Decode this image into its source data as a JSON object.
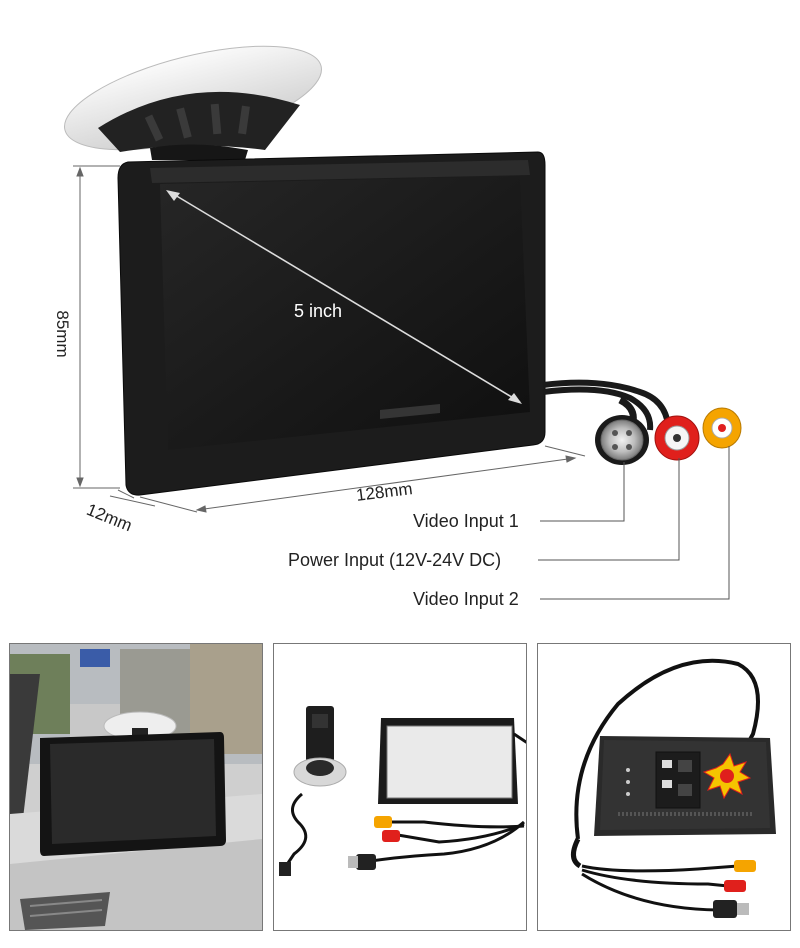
{
  "dimensions": {
    "diagonal": "5 inch",
    "height": "85mm",
    "width": "128mm",
    "depth": "12mm"
  },
  "connectors": [
    {
      "label": "Video Input 1"
    },
    {
      "label": "Power Input (12V-24V DC)"
    },
    {
      "label": "Video Input 2"
    }
  ],
  "colors": {
    "video_input_2_plug": "#f5a400",
    "power_plug": "#e0201c",
    "monitor_body": "#1c1c1c",
    "suction_cup": "#e8e8e8"
  },
  "photos": [
    {
      "name": "in-car-mounted-photo"
    },
    {
      "name": "package-contents-photo"
    },
    {
      "name": "rear-view-with-cable-photo"
    }
  ]
}
